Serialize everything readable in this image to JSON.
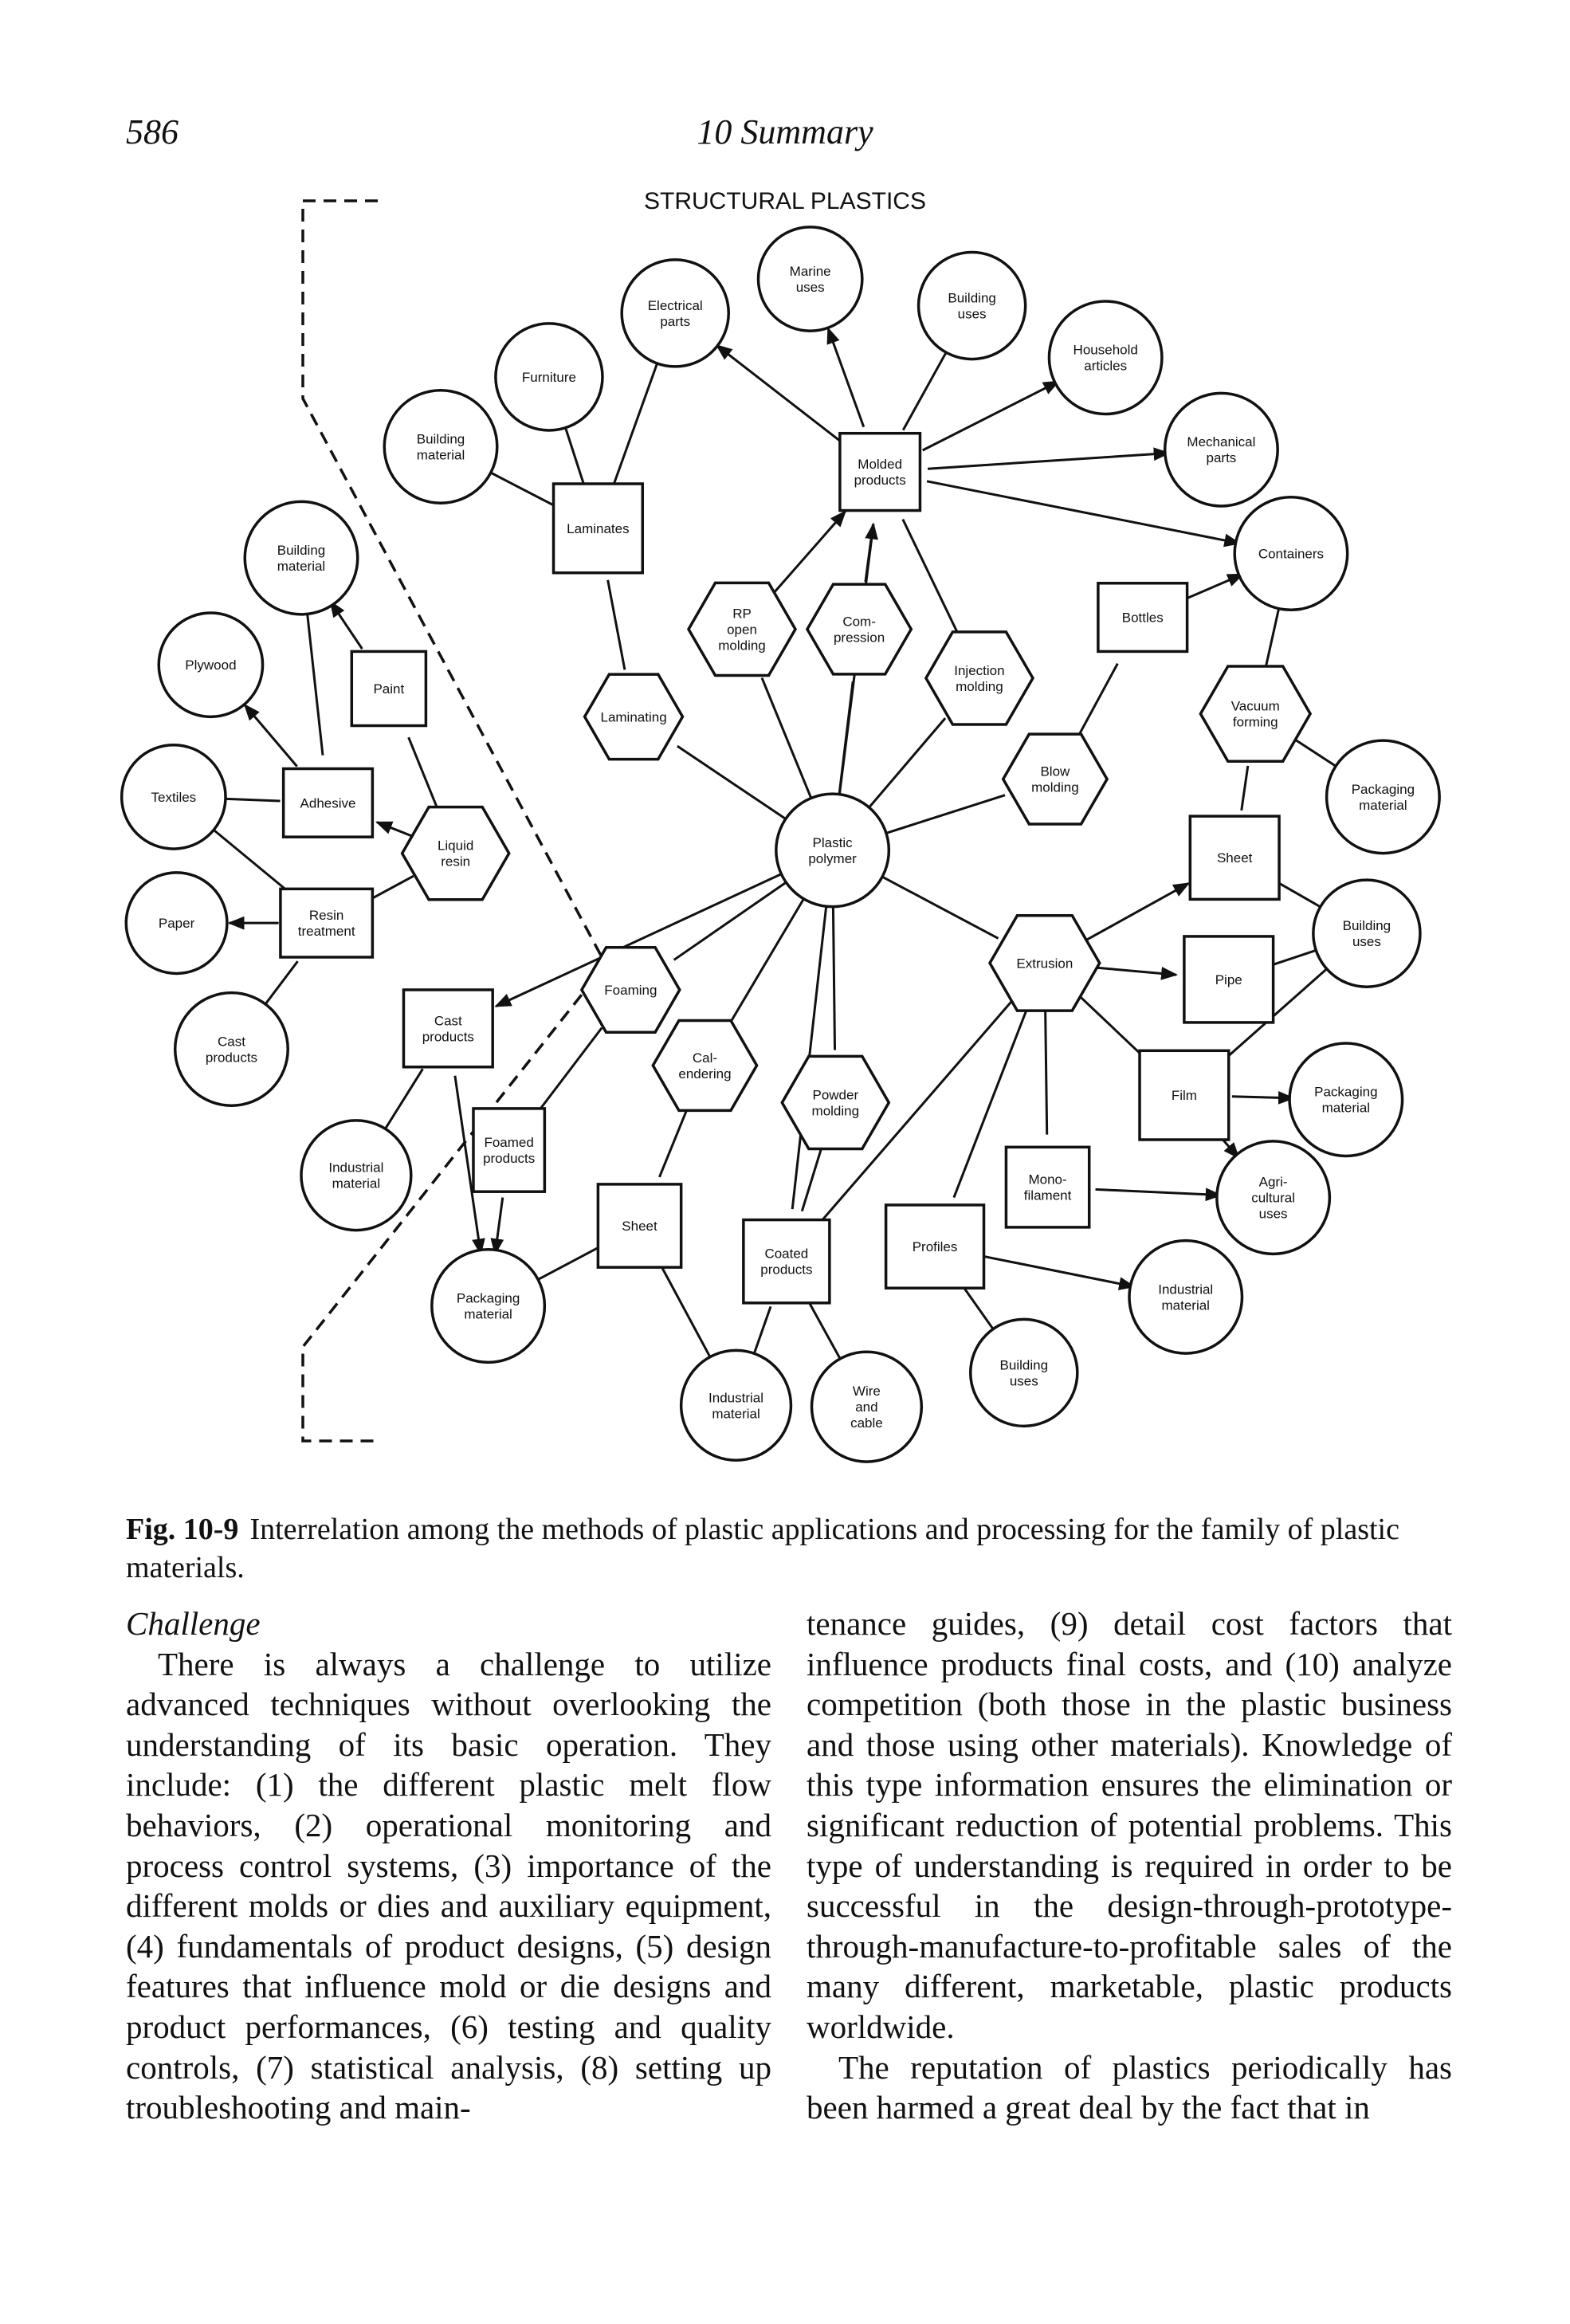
{
  "header": {
    "page_number": "586",
    "chapter": "10 Summary"
  },
  "figure": {
    "title": "STRUCTURAL PLASTICS",
    "label": "Fig. 10-9",
    "caption": "Interrelation among the methods of plastic applications and processing for the family of plastic materials.",
    "nodes": {
      "plastic_polymer": "Plastic|polymer",
      "molded_products": "Molded|products",
      "laminates": "Laminates",
      "electrical_parts": "Electrical|parts",
      "marine_uses": "Marine|uses",
      "building_uses_top": "Building|uses",
      "household_articles": "Household|articles",
      "mechanical_parts": "Mechanical|parts",
      "containers": "Containers",
      "furniture": "Furniture",
      "building_material_1": "Building|material",
      "building_material_2": "Building|material",
      "rp_open_molding": "RP|open|molding",
      "compression": "Com-|pression",
      "injection_molding": "Injection|molding",
      "laminating": "Laminating",
      "paint": "Paint",
      "plywood": "Plywood",
      "textiles": "Textiles",
      "adhesive": "Adhesive",
      "liquid_resin": "Liquid|resin",
      "resin_treatment": "Resin|treatment",
      "paper": "Paper",
      "cast_products_circle": "Cast|products",
      "bottles": "Bottles",
      "blow_molding": "Blow|molding",
      "vacuum_forming": "Vacuum|forming",
      "packaging_material_1": "Packaging|material",
      "sheet_right": "Sheet",
      "building_uses_right": "Building|uses",
      "pipe": "Pipe",
      "extrusion": "Extrusion",
      "film": "Film",
      "packaging_material_2": "Packaging|material",
      "agricultural_uses": "Agri-|cultural|uses",
      "monofilament": "Mono-|filament",
      "industrial_material_right": "Industrial|material",
      "profiles": "Profiles",
      "building_uses_bottom": "Building|uses",
      "foaming": "Foaming",
      "cast_products_box": "Cast|products",
      "industrial_material_left": "Industrial|material",
      "foamed_products": "Foamed|products",
      "calendering": "Cal-|endering",
      "powder_molding": "Powder|molding",
      "sheet_bottom": "Sheet",
      "coated_products": "Coated|products",
      "packaging_material_3": "Packaging|material",
      "industrial_material_bottom": "Industrial|material",
      "wire_and_cable": "Wire|and|cable"
    }
  },
  "body": {
    "heading": "Challenge",
    "left_paragraph": "There is always a challenge to utilize advanced techniques without overlooking the understanding of its basic operation. They include: (1) the different plastic melt flow behaviors, (2) operational monitoring and process control systems, (3) importance of the different molds or dies and auxiliary equipment, (4) fundamentals of product designs, (5) design features that influence mold or die designs and product performances, (6) testing and quality controls, (7) statistical analysis, (8) setting up troubleshooting and main-",
    "right_paragraph_1": "tenance guides, (9) detail cost factors that influence products final costs, and (10) analyze competition (both those in the plastic business and those using other materials). Knowledge of this type information ensures the elimination or significant reduction of potential problems. This type of understanding is required in order to be successful in the design-through-prototype-through-manufacture-to-profitable sales of the many different, marketable, plastic products worldwide.",
    "right_paragraph_2": "The reputation of plastics periodically has been harmed a great deal by the fact that in"
  }
}
